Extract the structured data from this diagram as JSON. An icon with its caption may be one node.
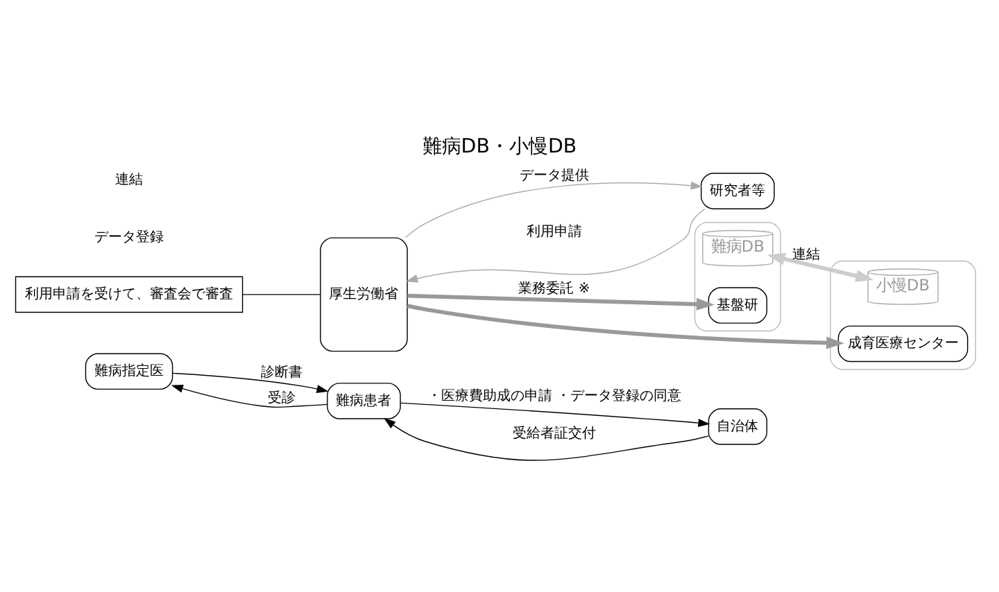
{
  "diagram": {
    "title": "難病DB・小慢DB",
    "nodes": [
      {
        "text": [
          "難病指定医"
        ]
      },
      {
        "text": [
          "難病患者"
        ]
      },
      {
        "text": [
          "自治体"
        ]
      },
      {
        "text": [
          "利用申請を受けて、審査会で審査"
        ]
      },
      {
        "text": [
          "研究者等"
        ]
      },
      {
        "text": [],
        "shape": "box"
      },
      {
        "text": [
          "難病DB"
        ],
        "in": 5
      },
      {
        "text": [
          "基盤研"
        ],
        "in": 5
      },
      {
        "text": [],
        "shape": "box"
      },
      {
        "text": [
          "小慢DB"
        ],
        "in": 8
      },
      {
        "text": [
          "成育医療センター"
        ],
        "in": 8
      },
      {
        "text": [
          "厚生労働省"
        ]
      }
    ],
    "edges": [
      {
        "from": 0,
        "to": 1,
        "arrow": "to",
        "label": "診断書"
      },
      {
        "from": 1,
        "to": 0,
        "arrow": "to",
        "label": "受診"
      },
      {
        "from": 1,
        "to": 2,
        "arrow": "to",
        "label": "・医療費助成の申請 ・データ登録の同意"
      },
      {
        "from": 2,
        "to": 1,
        "arrow": "to",
        "label": "受給者証交付"
      },
      {
        "from": 3,
        "to": 11,
        "arrow": "none"
      },
      {
        "from": 4,
        "to": 11,
        "arrow": "to",
        "label": "利用申請",
        "color": "#aaaaaa"
      },
      {
        "from": 11,
        "to": 4,
        "arrow": "to",
        "label": "データ提供",
        "color": "#aaaaaa"
      },
      {
        "from": 11,
        "to": 7,
        "arrow": "to",
        "label": "業務委託 ※",
        "style": "thick",
        "color": "#999999"
      },
      {
        "from": 11,
        "to": 10,
        "arrow": "to",
        "style": "thick",
        "color": "#999999"
      },
      {
        "from": 6,
        "to": 9,
        "arrow": "both",
        "label": "連結",
        "style": "thick",
        "color": "#cccccc"
      }
    ],
    "labels": [
      "データ登録",
      "連結"
    ]
  }
}
